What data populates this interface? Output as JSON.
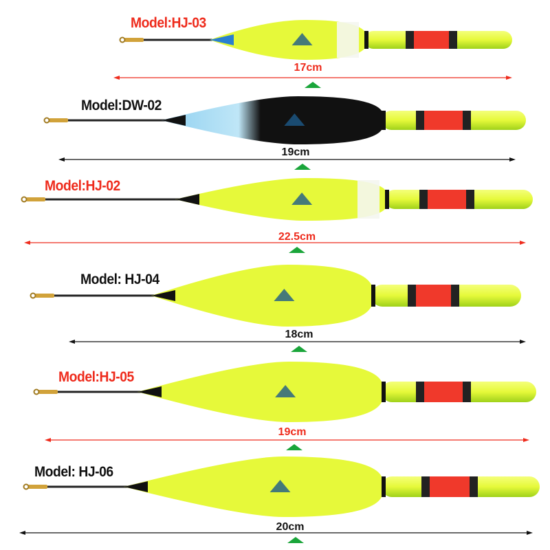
{
  "colors": {
    "red_label": "#ee2b1c",
    "black_label": "#111111",
    "float_yellow": "#e6f93a",
    "band_red": "#f0392b",
    "marker_green": "#1aa53a"
  },
  "floats": [
    {
      "model": "Model:HJ-03",
      "length": "17cm",
      "label_color": "red",
      "style": "yellow-white-blue"
    },
    {
      "model": "Model:DW-02",
      "length": "19cm",
      "label_color": "black",
      "style": "black-blue"
    },
    {
      "model": "Model:HJ-02",
      "length": "22.5cm",
      "label_color": "red",
      "style": "yellow-white"
    },
    {
      "model": "Model: HJ-04",
      "length": "18cm",
      "label_color": "black",
      "style": "yellow"
    },
    {
      "model": "Model:HJ-05",
      "length": "19cm",
      "label_color": "red",
      "style": "yellow"
    },
    {
      "model": "Model: HJ-06",
      "length": "20cm",
      "label_color": "black",
      "style": "yellow"
    }
  ]
}
